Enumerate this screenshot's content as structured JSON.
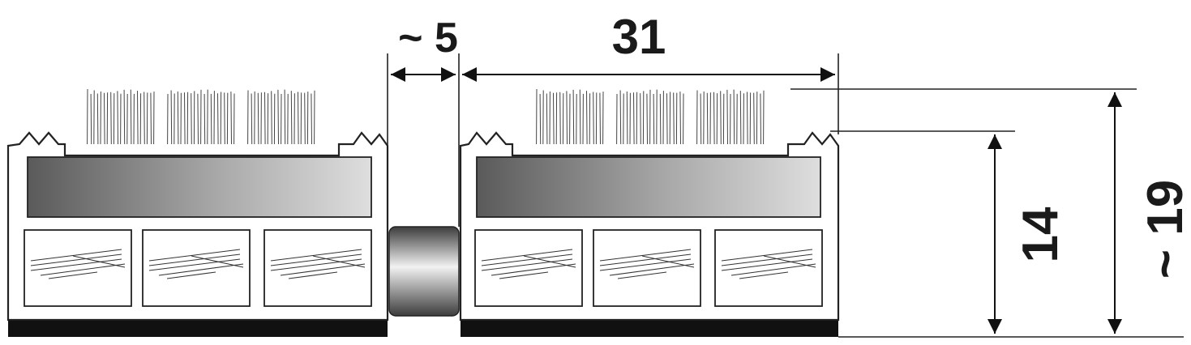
{
  "dimensions": {
    "gap": "~ 5",
    "width": "31",
    "height_inner": "14",
    "height_total": "~ 19"
  },
  "colors": {
    "line": "#222222",
    "base_strip": "#111111",
    "insert_dark": "#5a5a5a",
    "insert_light": "#dcdcdc"
  }
}
